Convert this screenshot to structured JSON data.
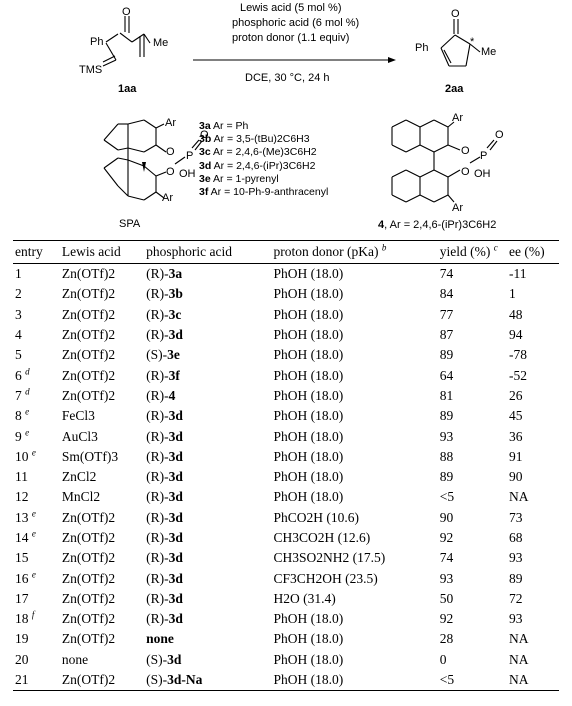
{
  "reaction": {
    "conditions": [
      "Lewis acid (5 mol %)",
      "phosphoric acid (6 mol %)",
      "proton donor (1.1 equiv)"
    ],
    "solvent_line": "DCE, 30 °C, 24 h",
    "substrate_label": "1aa",
    "product_label": "2aa",
    "substrate_groups": {
      "ph": "Ph",
      "me": "Me",
      "tms": "TMS",
      "o": "O"
    },
    "product_groups": {
      "ph": "Ph",
      "me": "Me",
      "o": "O",
      "star": "*"
    }
  },
  "catalysts": {
    "spa_label": "SPA",
    "spa_groups": {
      "ar_top": "Ar",
      "ar_bottom": "Ar",
      "o1": "O",
      "o2": "O",
      "p": "P",
      "o_dbl": "O",
      "oh": "OH"
    },
    "ar_list": [
      {
        "id": "3a",
        "ar": "Ph"
      },
      {
        "id": "3b",
        "ar": "3,5-(tBu)2C6H3"
      },
      {
        "id": "3c",
        "ar": "2,4,6-(Me)3C6H2"
      },
      {
        "id": "3d",
        "ar": "2,4,6-(iPr)3C6H2"
      },
      {
        "id": "3e",
        "ar": "1-pyrenyl"
      },
      {
        "id": "3f",
        "ar": "10-Ph-9-anthracenyl"
      }
    ],
    "binol_groups": {
      "ar_top": "Ar",
      "ar_bottom": "Ar",
      "o1": "O",
      "o2": "O",
      "p": "P",
      "o_dbl": "O",
      "oh": "OH"
    },
    "binol_label": "4",
    "binol_ar": "Ar = 2,4,6-(iPr)3C6H2"
  },
  "table": {
    "headers": {
      "entry": "entry",
      "lewis": "Lewis acid",
      "phos": "phosphoric acid",
      "donor": "proton donor (pKa)",
      "donor_note": "b",
      "yield": "yield (%)",
      "yield_note": "c",
      "ee": "ee (%)"
    },
    "rows": [
      {
        "entry": "1",
        "note": "",
        "lewis": "Zn(OTf)2",
        "cfg": "(R)-",
        "cat": "3a",
        "donor": "PhOH (18.0)",
        "yield": "74",
        "ee": "-11"
      },
      {
        "entry": "2",
        "note": "",
        "lewis": "Zn(OTf)2",
        "cfg": "(R)-",
        "cat": "3b",
        "donor": "PhOH (18.0)",
        "yield": "84",
        "ee": "1"
      },
      {
        "entry": "3",
        "note": "",
        "lewis": "Zn(OTf)2",
        "cfg": "(R)-",
        "cat": "3c",
        "donor": "PhOH (18.0)",
        "yield": "77",
        "ee": "48"
      },
      {
        "entry": "4",
        "note": "",
        "lewis": "Zn(OTf)2",
        "cfg": "(R)-",
        "cat": "3d",
        "donor": "PhOH (18.0)",
        "yield": "87",
        "ee": "94"
      },
      {
        "entry": "5",
        "note": "",
        "lewis": "Zn(OTf)2",
        "cfg": "(S)-",
        "cat": "3e",
        "donor": "PhOH (18.0)",
        "yield": "89",
        "ee": "-78"
      },
      {
        "entry": "6",
        "note": "d",
        "lewis": "Zn(OTf)2",
        "cfg": "(R)-",
        "cat": "3f",
        "donor": "PhOH (18.0)",
        "yield": "64",
        "ee": "-52"
      },
      {
        "entry": "7",
        "note": "d",
        "lewis": "Zn(OTf)2",
        "cfg": "(R)-",
        "cat": "4",
        "donor": "PhOH (18.0)",
        "yield": "81",
        "ee": "26"
      },
      {
        "entry": "8",
        "note": "e",
        "lewis": "FeCl3",
        "cfg": "(R)-",
        "cat": "3d",
        "donor": "PhOH (18.0)",
        "yield": "89",
        "ee": "45"
      },
      {
        "entry": "9",
        "note": "e",
        "lewis": "AuCl3",
        "cfg": "(R)-",
        "cat": "3d",
        "donor": "PhOH (18.0)",
        "yield": "93",
        "ee": "36"
      },
      {
        "entry": "10",
        "note": "e",
        "lewis": "Sm(OTf)3",
        "cfg": "(R)-",
        "cat": "3d",
        "donor": "PhOH (18.0)",
        "yield": "88",
        "ee": "91"
      },
      {
        "entry": "11",
        "note": "",
        "lewis": "ZnCl2",
        "cfg": "(R)-",
        "cat": "3d",
        "donor": "PhOH (18.0)",
        "yield": "89",
        "ee": "90"
      },
      {
        "entry": "12",
        "note": "",
        "lewis": "MnCl2",
        "cfg": "(R)-",
        "cat": "3d",
        "donor": "PhOH (18.0)",
        "yield": "<5",
        "ee": "NA"
      },
      {
        "entry": "13",
        "note": "e",
        "lewis": "Zn(OTf)2",
        "cfg": "(R)-",
        "cat": "3d",
        "donor": "PhCO2H (10.6)",
        "yield": "90",
        "ee": "73"
      },
      {
        "entry": "14",
        "note": "e",
        "lewis": "Zn(OTf)2",
        "cfg": "(R)-",
        "cat": "3d",
        "donor": "CH3CO2H (12.6)",
        "yield": "92",
        "ee": "68"
      },
      {
        "entry": "15",
        "note": "",
        "lewis": "Zn(OTf)2",
        "cfg": "(R)-",
        "cat": "3d",
        "donor": "CH3SO2NH2 (17.5)",
        "yield": "74",
        "ee": "93"
      },
      {
        "entry": "16",
        "note": "e",
        "lewis": "Zn(OTf)2",
        "cfg": "(R)-",
        "cat": "3d",
        "donor": "CF3CH2OH (23.5)",
        "yield": "93",
        "ee": "89"
      },
      {
        "entry": "17",
        "note": "",
        "lewis": "Zn(OTf)2",
        "cfg": "(R)-",
        "cat": "3d",
        "donor": "H2O (31.4)",
        "yield": "50",
        "ee": "72"
      },
      {
        "entry": "18",
        "note": "f",
        "lewis": "Zn(OTf)2",
        "cfg": "(R)-",
        "cat": "3d",
        "donor": "PhOH (18.0)",
        "yield": "92",
        "ee": "93"
      },
      {
        "entry": "19",
        "note": "",
        "lewis": "Zn(OTf)2",
        "cfg": "",
        "cat": "none",
        "donor": "PhOH (18.0)",
        "yield": "28",
        "ee": "NA"
      },
      {
        "entry": "20",
        "note": "",
        "lewis": "none",
        "cfg": "(S)-",
        "cat": "3d",
        "donor": "PhOH (18.0)",
        "yield": "0",
        "ee": "NA"
      },
      {
        "entry": "21",
        "note": "",
        "lewis": "Zn(OTf)2",
        "cfg": "(S)-",
        "cat": "3d-Na",
        "donor": "PhOH (18.0)",
        "yield": "<5",
        "ee": "NA"
      }
    ]
  }
}
